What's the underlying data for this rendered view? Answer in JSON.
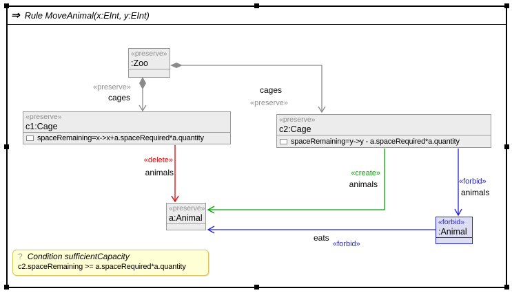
{
  "title": {
    "icon_glyph": "⇒",
    "label": "Rule MoveAnimal(x:EInt, y:EInt)"
  },
  "nodes": {
    "zoo": {
      "stereotype": "«preserve»",
      "name": ":Zoo"
    },
    "c1": {
      "stereotype": "«preserve»",
      "name": "c1:Cage",
      "attribute": "spaceRemaining=x->x+a.spaceRequired*a.quantity"
    },
    "c2": {
      "stereotype": "«preserve»",
      "name": "c2:Cage",
      "attribute": "spaceRemaining=y->y - a.spaceRequired*a.quantity"
    },
    "a_animal": {
      "stereotype": "«preserve»",
      "name": "a:Animal"
    },
    "forbid_animal": {
      "stereotype": "«forbid»",
      "name": ":Animal"
    }
  },
  "edges": {
    "zoo_c1": {
      "stereotype": "«preserve»",
      "label": "cages"
    },
    "zoo_c2": {
      "stereotype": "«preserve»",
      "label": "cages"
    },
    "c1_a": {
      "stereotype": "«delete»",
      "label": "animals"
    },
    "c2_a": {
      "stereotype": "«create»",
      "label": "animals"
    },
    "c2_forbid": {
      "stereotype": "«forbid»",
      "label": "animals"
    },
    "eats": {
      "stereotype": "«forbid»",
      "label": "eats"
    }
  },
  "condition": {
    "icon_glyph": "?",
    "title": "Condition sufficientCapacity",
    "expression": "c2.spaceRemaining >= a.spaceRequired*a.quantity"
  },
  "colors": {
    "preserve-gray": "#8f8f8f",
    "edge-gray": "#8a8a8a",
    "delete-red": "#e00000",
    "create-green": "#00a400",
    "forbid-blue": "#2323d6",
    "node-fill": "#ececec",
    "node-border": "#9a9a9a",
    "forbid-fill": "#dcdcf2",
    "note-fill": "#ffffd5",
    "note-border": "#dcc35a"
  }
}
